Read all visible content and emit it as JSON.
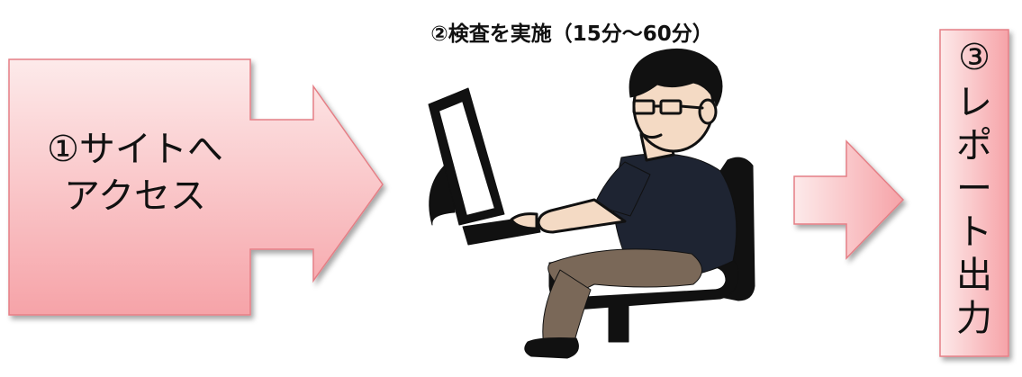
{
  "colors": {
    "arrow_light": "#fdeaea",
    "arrow_dark": "#f6a3a8",
    "arrow_stroke": "#e57f86",
    "shirt": "#1e2432",
    "pants": "#7a6858",
    "skin": "#f4dac4",
    "outline": "#111111"
  },
  "steps": {
    "step1": {
      "line1": "①サイトへ",
      "line2": "アクセス"
    },
    "step2": {
      "label": "②検査を実施（15分～60分）",
      "icon": "person-at-computer-icon"
    },
    "step3": {
      "num": "③",
      "chars": [
        "レ",
        "ポ",
        "ー",
        "ト",
        "出",
        "力"
      ]
    },
    "connector": {
      "icon": "right-arrow-icon"
    }
  }
}
